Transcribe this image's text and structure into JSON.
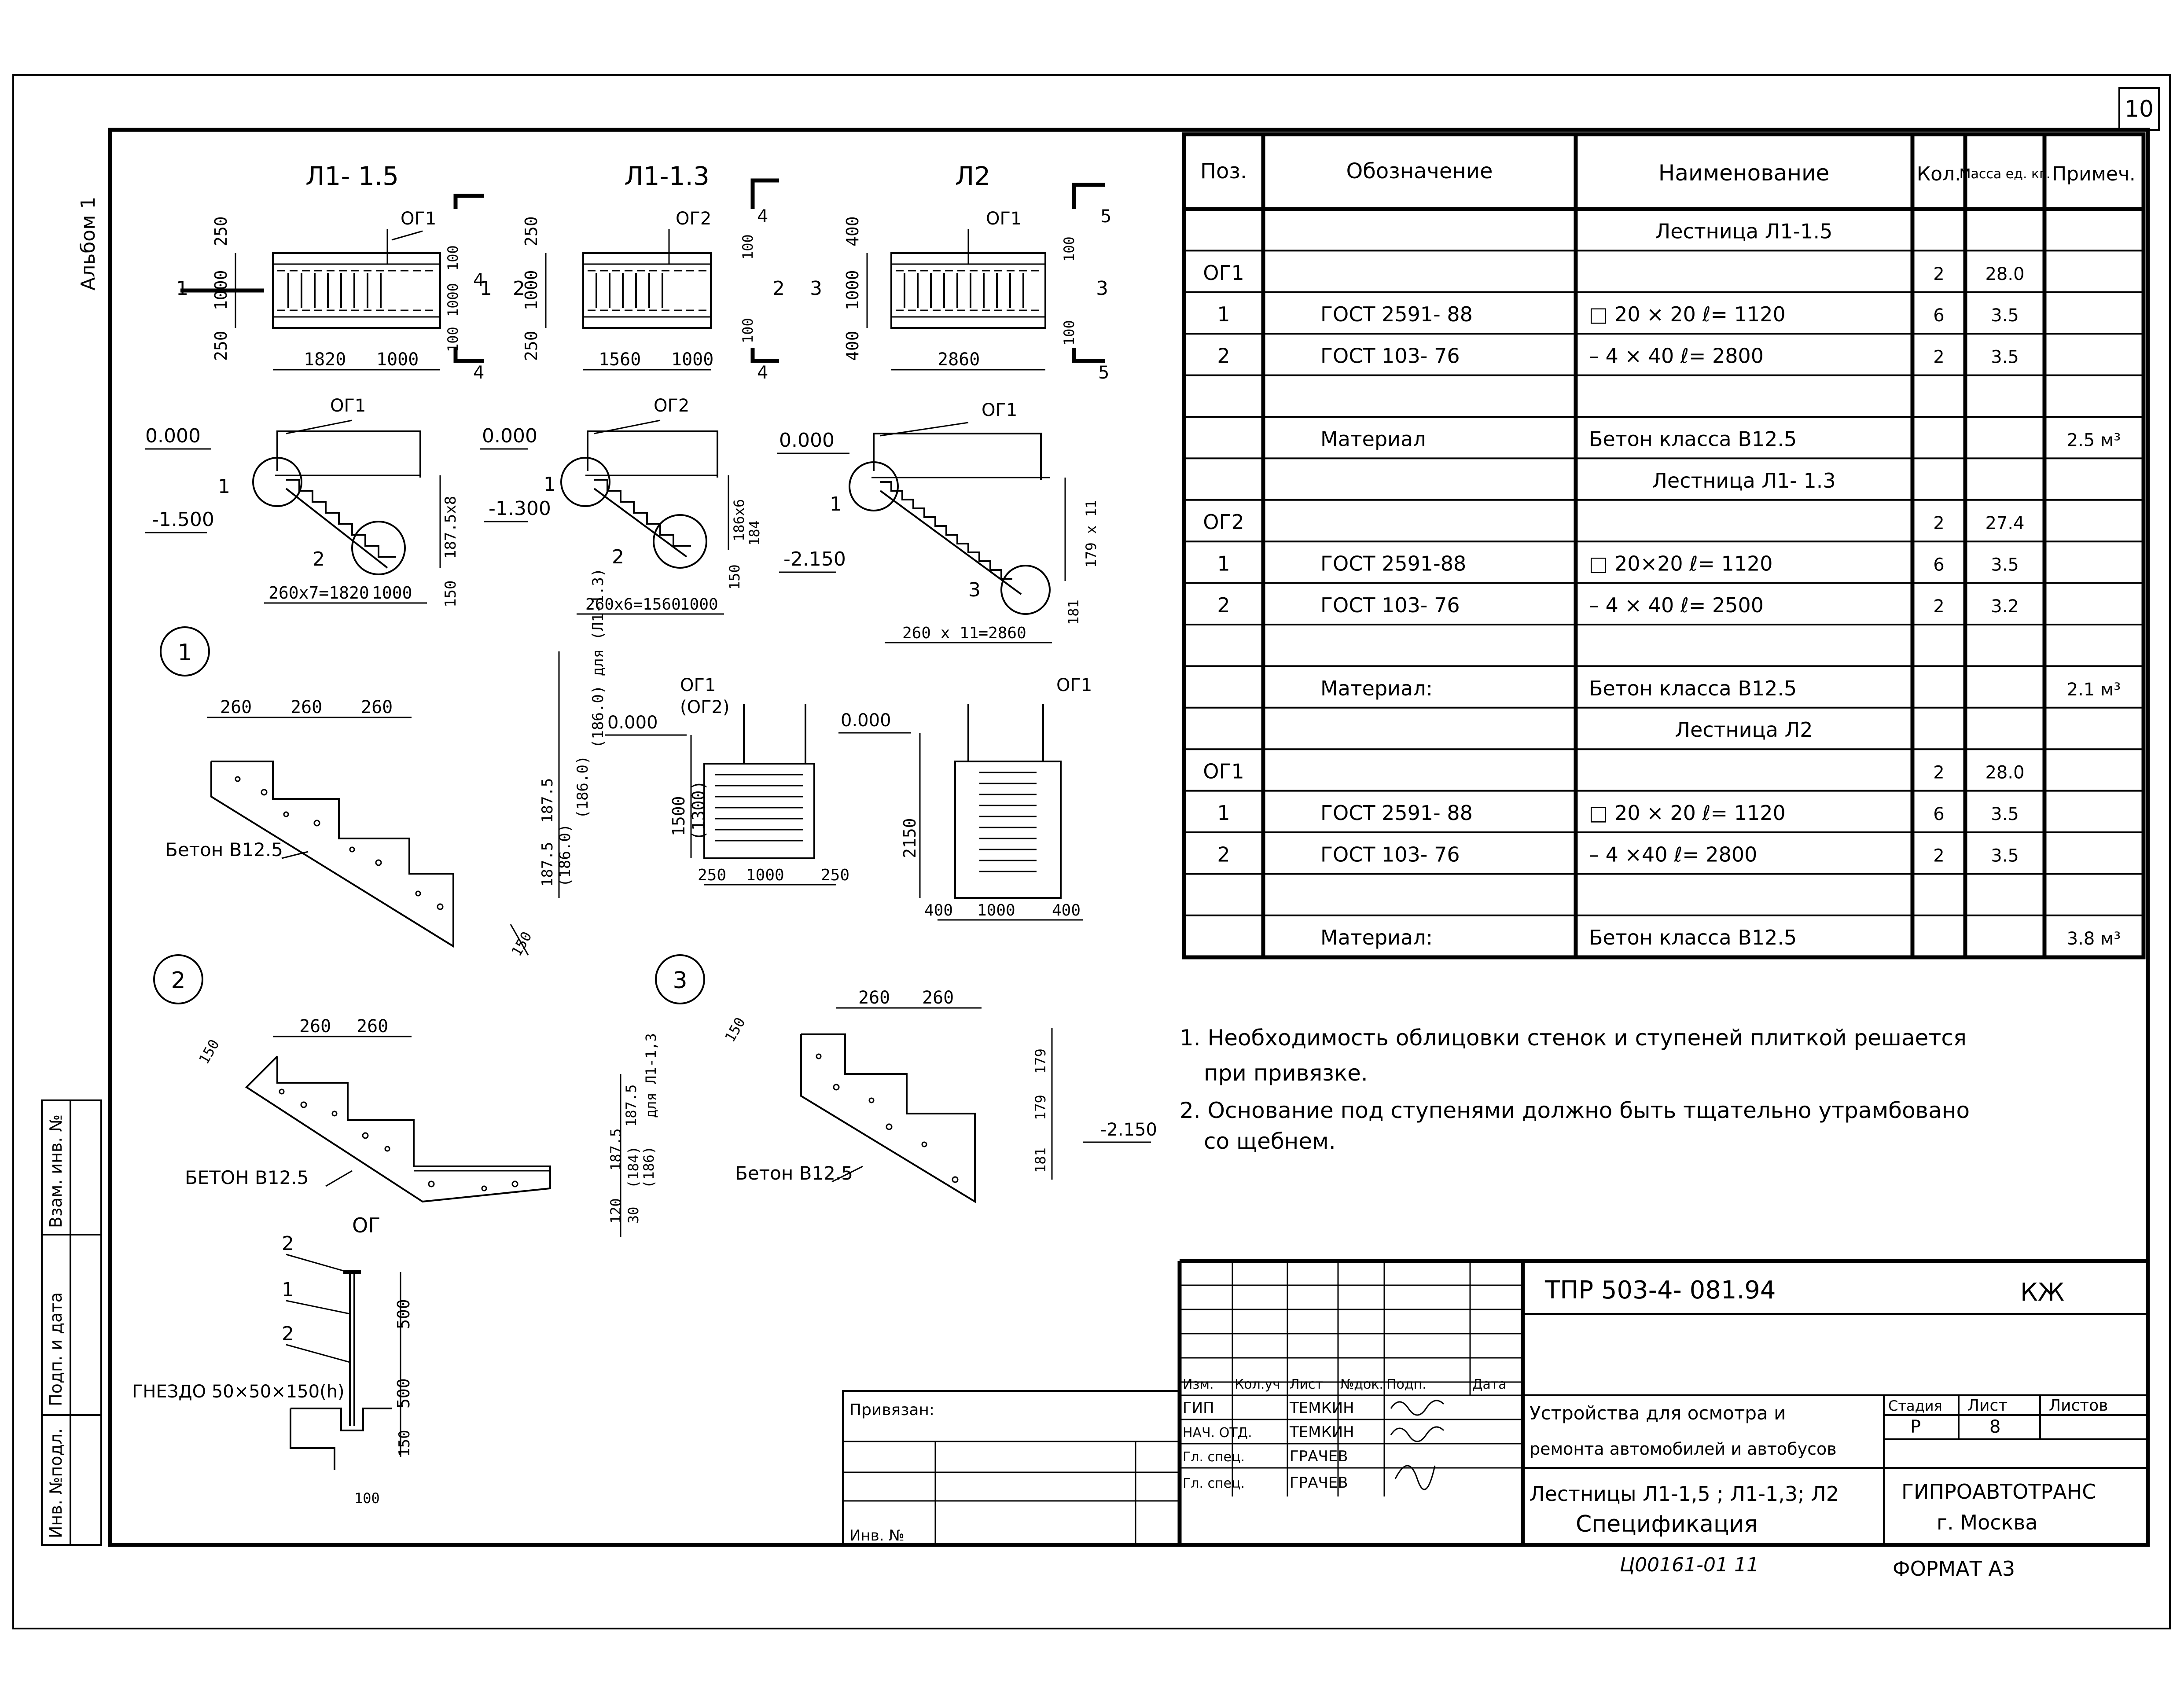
{
  "sheet": {
    "sheet_number": "10",
    "album": "Альбом 1",
    "format": "ФОРМАТ А3",
    "handwritten_code": "Ц00161-01 11"
  },
  "left_strip": {
    "inv_podl": "Инв. №подл.",
    "podp_data": "Подп. и дата",
    "vzam_inv": "Взам. инв. №"
  },
  "plans": [
    {
      "title": "Л1- 1.5",
      "label": "ОГ1",
      "sec": "4",
      "dims": {
        "w1": "1820",
        "w2": "1000",
        "v": [
          "250",
          "1000",
          "250"
        ],
        "rv": [
          "100",
          "1000",
          "100"
        ]
      },
      "marks": [
        "1",
        "1"
      ]
    },
    {
      "title": "Л1-1.3",
      "label": "ОГ2",
      "sec": "4",
      "dims": {
        "w1": "1560",
        "w2": "1000",
        "v": [
          "250",
          "1000",
          "250"
        ],
        "rv": [
          "100",
          "100"
        ]
      },
      "marks": [
        "2",
        "2"
      ]
    },
    {
      "title": "Л2",
      "label": "ОГ1",
      "sec": "5",
      "dims": {
        "w1": "2860",
        "v": [
          "400",
          "1000",
          "400"
        ],
        "rv": [
          "100",
          "100"
        ]
      },
      "marks": [
        "3",
        "3"
      ]
    }
  ],
  "sections": [
    {
      "label": "ОГ1",
      "top": "0.000",
      "bot": "-1.500",
      "circ": [
        "1",
        "2"
      ],
      "bottom_dims": [
        "260х7=1820",
        "1000"
      ],
      "right_dims": [
        "150",
        "187.5х8"
      ]
    },
    {
      "label": "ОГ2",
      "top": "0.000",
      "bot": "-1.300",
      "circ": [
        "1",
        "2"
      ],
      "bottom_dims": [
        "260х6=1560",
        "1000"
      ],
      "right_dims": [
        "150",
        "186х6",
        "184"
      ]
    },
    {
      "label": "ОГ1",
      "top": "0.000",
      "bot": "-2.150",
      "circ": [
        "1",
        "3"
      ],
      "bottom_dims": [
        "260 х 11=2860"
      ],
      "right_dims": [
        "181",
        "179 х 11"
      ]
    }
  ],
  "nodes": {
    "n1": {
      "num": "1",
      "dims": [
        "260",
        "260",
        "260"
      ],
      "beton": "Бетон В12.5",
      "angle": "150",
      "vert": [
        "187.5",
        "187.5",
        "(186.0)",
        "(186.0)",
        "(186.0) для (Л1-1.3)"
      ]
    },
    "n2": {
      "num": "2",
      "dims": [
        "260",
        "260"
      ],
      "beton": "БЕТОН В12.5",
      "angle": "150",
      "vert": [
        "120",
        "187.5",
        "187.5",
        "30",
        "(184)",
        "(186)",
        "для Л1-1,3"
      ]
    },
    "n3": {
      "num": "3",
      "dims": [
        "260",
        "260"
      ],
      "beton": "Бетон В12.5",
      "angle": "150",
      "vert": [
        "181",
        "179",
        "179"
      ],
      "level": "-2.150"
    }
  },
  "cuts": {
    "c4": {
      "lab1": "ОГ1",
      "lab2": "(ОГ2)",
      "level": "0.000",
      "h1": "1500",
      "h2": "(1300)",
      "b": [
        "250",
        "1000",
        "250"
      ]
    },
    "c5": {
      "lab": "ОГ1",
      "level": "0.000",
      "h": "2150",
      "b": [
        "400",
        "1000",
        "400"
      ]
    }
  },
  "og": {
    "title": "ОГ",
    "labels": [
      "2",
      "1",
      "2"
    ],
    "dims": [
      "500",
      "500",
      "150",
      "100"
    ],
    "nest": "ГНЕЗДО 50×50×150(h)"
  },
  "spec": {
    "headers": [
      "Поз.",
      "Обозначение",
      "Наименование",
      "Кол.",
      "Масса ед. кг.",
      "Примеч."
    ],
    "rows": [
      [
        "",
        "",
        "Лестница  Л1-1.5",
        "",
        "",
        ""
      ],
      [
        "ОГ1",
        "",
        "",
        "2",
        "28.0",
        ""
      ],
      [
        "1",
        "ГОСТ 2591- 88",
        "□ 20 × 20     ℓ= 1120",
        "6",
        "3.5",
        ""
      ],
      [
        "2",
        "ГОСТ  103- 76",
        "– 4 × 40     ℓ= 2800",
        "2",
        "3.5",
        ""
      ],
      [
        "",
        "",
        "",
        "",
        "",
        ""
      ],
      [
        "",
        "Материал",
        "Бетон  класса  В12.5",
        "",
        "",
        "2.5 м³"
      ],
      [
        "",
        "",
        "Лестница  Л1- 1.3",
        "",
        "",
        ""
      ],
      [
        "ОГ2",
        "",
        "",
        "2",
        "27.4",
        ""
      ],
      [
        "1",
        "ГОСТ  2591-88",
        "□ 20×20       ℓ= 1120",
        "6",
        "3.5",
        ""
      ],
      [
        "2",
        "ГОСТ  103- 76",
        "– 4 × 40      ℓ= 2500",
        "2",
        "3.2",
        ""
      ],
      [
        "",
        "",
        "",
        "",
        "",
        ""
      ],
      [
        "",
        "Материал:",
        "Бетон  класса  В12.5",
        "",
        "",
        "2.1 м³"
      ],
      [
        "",
        "",
        "Лестница   Л2",
        "",
        "",
        ""
      ],
      [
        "ОГ1",
        "",
        "",
        "2",
        "28.0",
        ""
      ],
      [
        "1",
        "ГОСТ  2591- 88",
        "□ 20 × 20      ℓ= 1120",
        "6",
        "3.5",
        ""
      ],
      [
        "2",
        "ГОСТ   103- 76",
        "– 4 ×40       ℓ= 2800",
        "2",
        "3.5",
        ""
      ],
      [
        "",
        "",
        "",
        "",
        "",
        ""
      ],
      [
        "",
        "Материал:",
        "Бетон класса  В12.5",
        "",
        "",
        "3.8 м³"
      ]
    ]
  },
  "notes": [
    "1. Необходимость облицовки стенок и ступеней  плиткой решается",
    "при привязке.",
    "2. Основание под ступенями должно быть тщательно утрамбовано",
    "со щебнем."
  ],
  "stamp": {
    "code": "ТПР   503-4- 081.94",
    "mark": "КЖ",
    "privyazan": "Привязан:",
    "inv": "Инв. №",
    "head": [
      "Изм.",
      "Кол.уч",
      "Лист",
      "№док.",
      "Подп.",
      "Дата"
    ],
    "people": [
      [
        "ГИП",
        "ТЕМКИН"
      ],
      [
        "НАЧ. ОТД.",
        "ТЕМКИН"
      ],
      [
        "Гл. спец.",
        "ГРАЧЕВ"
      ],
      [
        "Гл. спец.",
        "ГРАЧЕВ"
      ]
    ],
    "object1": "Устройства для осмотра и",
    "object2": "ремонта автомобилей и автобусов",
    "stage_h": "Стадия",
    "sheet_h": "Лист",
    "sheets_h": "Листов",
    "stage": "Р",
    "sheet": "8",
    "title1": "Лестницы  Л1-1,5 ; Л1-1,3;  Л2",
    "title2": "Спецификация",
    "org1": "ГИПРОАВТОТРАНС",
    "org2": "г. Москва"
  }
}
